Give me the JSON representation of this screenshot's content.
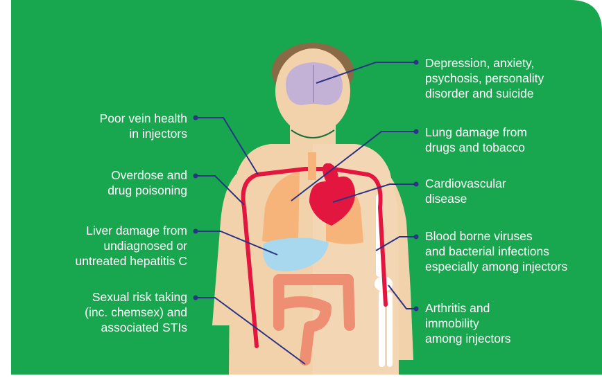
{
  "colors": {
    "background": "#18a64f",
    "skin": "#f2d2aa",
    "hair": "#8a6a46",
    "brain": "#c3b2d6",
    "lungs": "#f6b37a",
    "heart": "#e2163f",
    "liver": "#a7d8ee",
    "intestine": "#ee8f74",
    "vein": "#e2163f",
    "bone": "#ffffff",
    "connector": "#2a3385",
    "text": "#ffffff"
  },
  "left_labels": [
    {
      "id": "vein",
      "lines": [
        "Poor vein health",
        "in injectors"
      ]
    },
    {
      "id": "overdose",
      "lines": [
        "Overdose and",
        "drug poisoning"
      ]
    },
    {
      "id": "liver",
      "lines": [
        "Liver damage from",
        "undiagnosed or",
        "untreated hepatitis C"
      ]
    },
    {
      "id": "sexual",
      "lines": [
        "Sexual risk taking",
        "(inc. chemsex) and",
        "associated STIs"
      ]
    }
  ],
  "right_labels": [
    {
      "id": "mental",
      "lines": [
        "Depression, anxiety,",
        "psychosis, personality",
        "disorder and suicide"
      ]
    },
    {
      "id": "lung",
      "lines": [
        "Lung damage from",
        "drugs and tobacco"
      ]
    },
    {
      "id": "cardio",
      "lines": [
        "Cardiovascular",
        "disease"
      ]
    },
    {
      "id": "bbv",
      "lines": [
        "Blood borne viruses",
        "and bacterial infections",
        "especially among injectors"
      ]
    },
    {
      "id": "arthritis",
      "lines": [
        "Arthritis and",
        "immobility",
        "among injectors"
      ]
    }
  ],
  "icons": [
    "brain-icon",
    "lungs-icon",
    "heart-icon",
    "liver-icon",
    "intestine-icon",
    "vein-icon",
    "arm-bone-icon"
  ]
}
